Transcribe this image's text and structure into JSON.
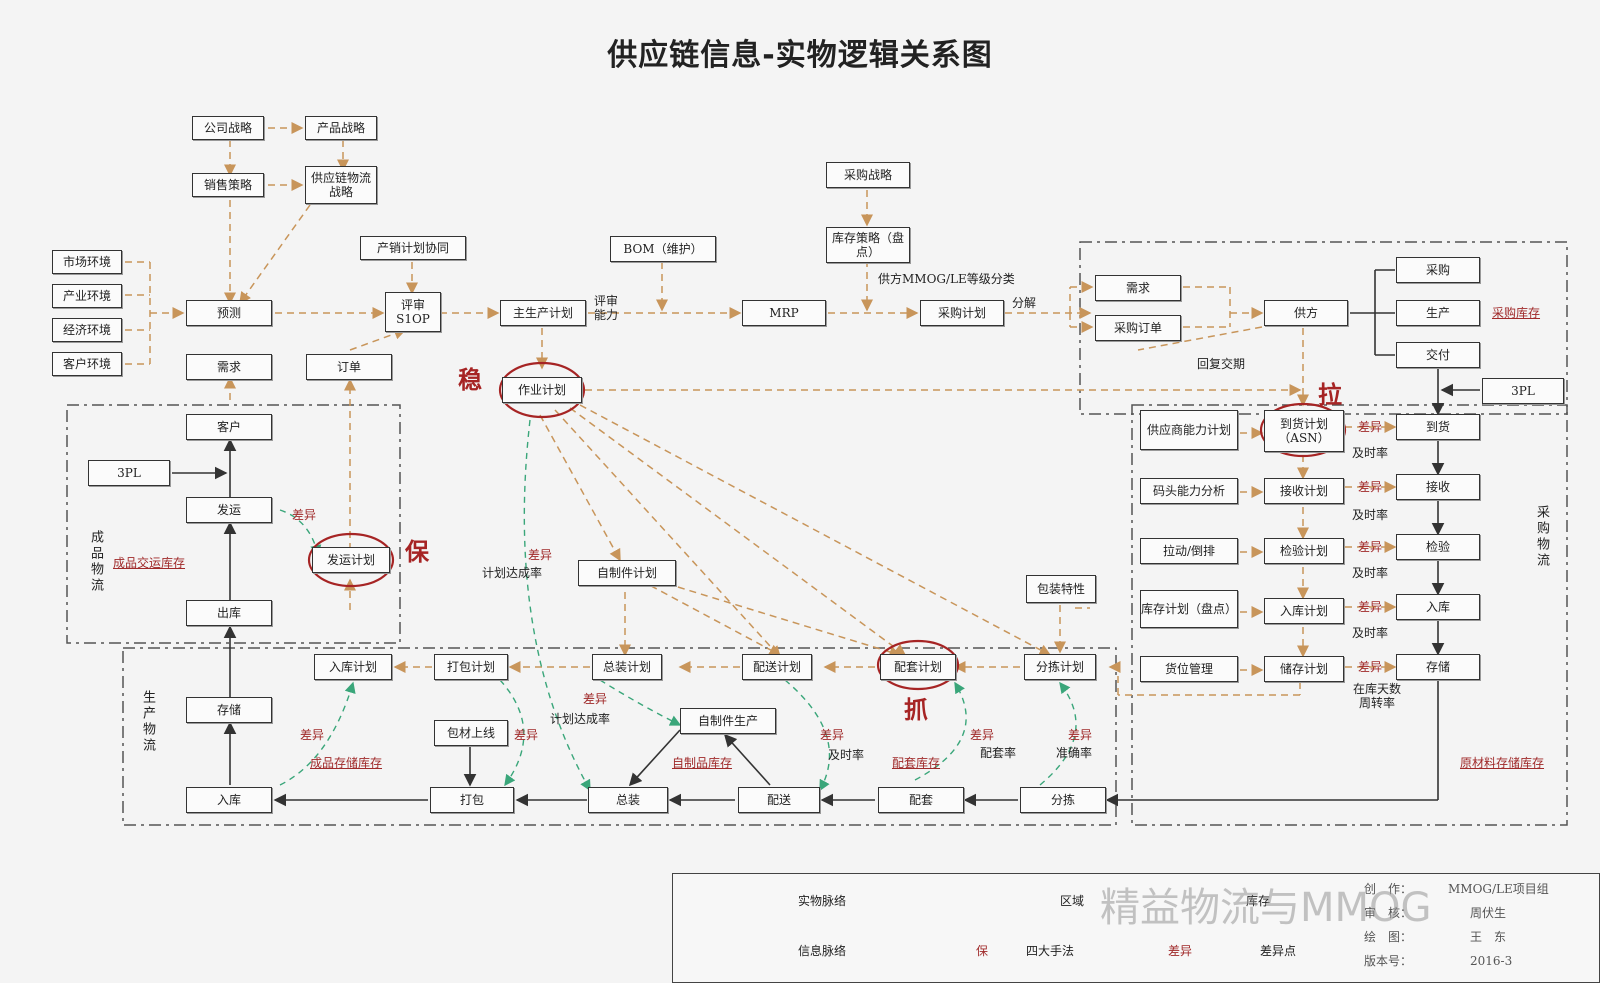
{
  "title": "供应链信息-实物逻辑关系图",
  "nodes": {
    "company_strategy": "公司战略",
    "product_strategy": "产品战略",
    "sales_strategy": "销售策略",
    "supply_strategy": "供应链物流战略",
    "market_env": "市场环境",
    "industry_env": "产业环境",
    "economy_env": "经济环境",
    "customer_env": "客户环境",
    "forecast": "预测",
    "demand": "需求",
    "order": "订单",
    "sop_coord": "产销计划协同",
    "sop_review": "评审 S1OP",
    "mps": "主生产计划",
    "bom": "BOM（维护）",
    "mrp": "MRP",
    "purchase_strategy": "采购战略",
    "inventory_strategy": "库存策略（盘点）",
    "purchase_plan": "采购计划",
    "requirement": "需求",
    "purchase_order": "采购订单",
    "supplier": "供方",
    "buy": "采购",
    "produce": "生产",
    "deliver": "交付",
    "tpl_right": "3PL",
    "work_plan": "作业计划",
    "customer": "客户",
    "tpl_left": "3PL",
    "shipping": "发运",
    "ship_plan": "发运计划",
    "warehouse_out": "出库",
    "storage_left": "存储",
    "inbound_left": "入库",
    "inbound_plan_left": "入库计划",
    "pack_plan": "打包计划",
    "packing_line": "包材上线",
    "pack": "打包",
    "assembly_plan": "总装计划",
    "self_made_plan": "自制件计划",
    "self_made_prod": "自制件生产",
    "assembly": "总装",
    "distribute_plan": "配送计划",
    "distribute": "配送",
    "kit_plan": "配套计划",
    "kit": "配套",
    "sort_plan": "分拣计划",
    "sort": "分拣",
    "packaging_feature": "包装特性",
    "supplier_capacity_plan": "供应商能力计划",
    "dock_capacity": "码头能力分析",
    "unload_sort": "拉动/倒排",
    "inventory_plan": "库存计划（盘点）",
    "location_mgmt": "货位管理",
    "arrival_plan": "到货计划（ASN）",
    "receive_plan": "接收计划",
    "inspect_plan": "检验计划",
    "inbound_plan_right": "入库计划",
    "storage_plan": "储存计划",
    "arrival": "到货",
    "receive": "接收",
    "inspect": "检验",
    "inbound_right": "入库",
    "storage_right": "存储"
  },
  "labels": {
    "review_capacity": "评审 能力",
    "supplier_grading": "供方MMOG/LE等级分类",
    "decompose": "分解",
    "reply_date": "回复交期",
    "diff": "差异",
    "plan_rate": "计划达成率",
    "ontime": "及时率",
    "kit_rate": "配套率",
    "accuracy": "准确率",
    "turnover": "在库天数 周转率",
    "finished_logistics": "成品物流",
    "production_logistics": "生产物流",
    "purchase_logistics": "采购物流",
    "finished_shipping_inv": "成品交运库存",
    "finished_storage_inv": "成品存储库存",
    "self_made_inv": "自制品库存",
    "kit_inv": "配套库存",
    "raw_storage_inv": "原材料存储库存",
    "purchase_inv": "采购库存",
    "stable": "稳",
    "guarantee": "保",
    "grab": "抓",
    "pull": "拉"
  },
  "legend": {
    "physical": "实物脉络",
    "info": "信息脉络",
    "area": "区域",
    "inventory": "库存",
    "four_methods": "四大手法",
    "method_sample": "保",
    "diff_point": "差异点",
    "diff_sample": "差异",
    "author_label": "创　作：",
    "author": "MMOG/LE项目组",
    "review_label": "审　核：",
    "reviewer": "周伏生",
    "draw_label": "绘　图：",
    "drawer": "王　东",
    "version_label": "版本号：",
    "version": "2016-3",
    "watermark": "精益物流与MMOG"
  },
  "colors": {
    "info_line": "#c8955a",
    "physical_line": "#333333",
    "circle": "#a62424",
    "diff_line": "#3aa67a",
    "accent_text": "#a02a2a"
  }
}
